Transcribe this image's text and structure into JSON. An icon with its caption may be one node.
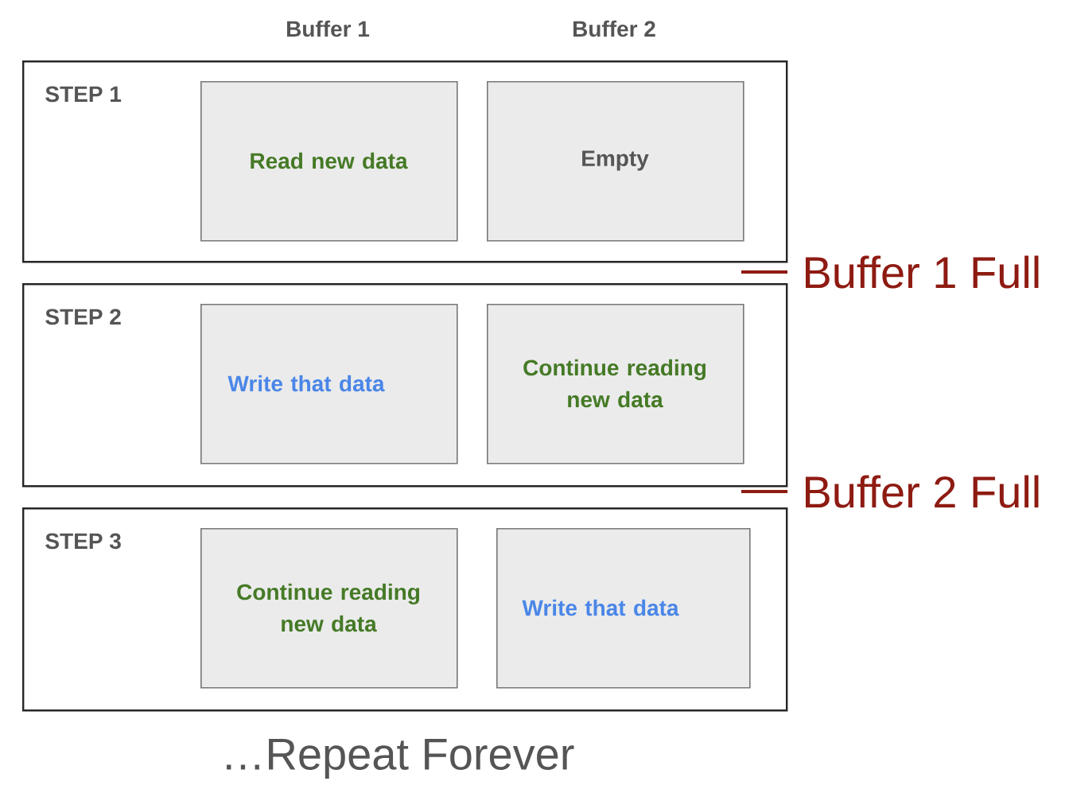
{
  "diagram": {
    "nodes": [
      {
        "text": [
          "STEP 1"
        ]
      },
      {
        "text": [
          "Read new data"
        ],
        "in": 0
      },
      {
        "text": [
          "Empty"
        ],
        "in": 0
      },
      {
        "text": [
          "STEP 2"
        ]
      },
      {
        "text": [
          "Write that data"
        ],
        "in": 3
      },
      {
        "text": [
          "Continue reading new data"
        ],
        "in": 3
      },
      {
        "text": [
          "STEP 3"
        ]
      },
      {
        "text": [
          "Continue reading new data"
        ],
        "in": 6
      },
      {
        "text": [
          "Write that data"
        ],
        "in": 6
      }
    ],
    "labels": [
      "Buffer 1",
      "Buffer 2",
      "Buffer 1 Full",
      "Buffer 2 Full",
      "…Repeat Forever"
    ]
  }
}
